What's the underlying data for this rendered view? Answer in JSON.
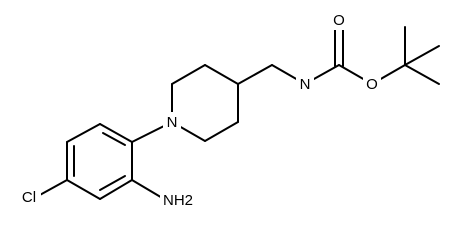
{
  "atoms": {
    "N_piperidine": "N",
    "N_amide": "N",
    "O_carbonyl": "O",
    "O_ester": "O",
    "Cl": "Cl",
    "NH2": "NH2"
  },
  "colors": {
    "bond": "#000000",
    "text": "#000000",
    "background": "#ffffff"
  }
}
